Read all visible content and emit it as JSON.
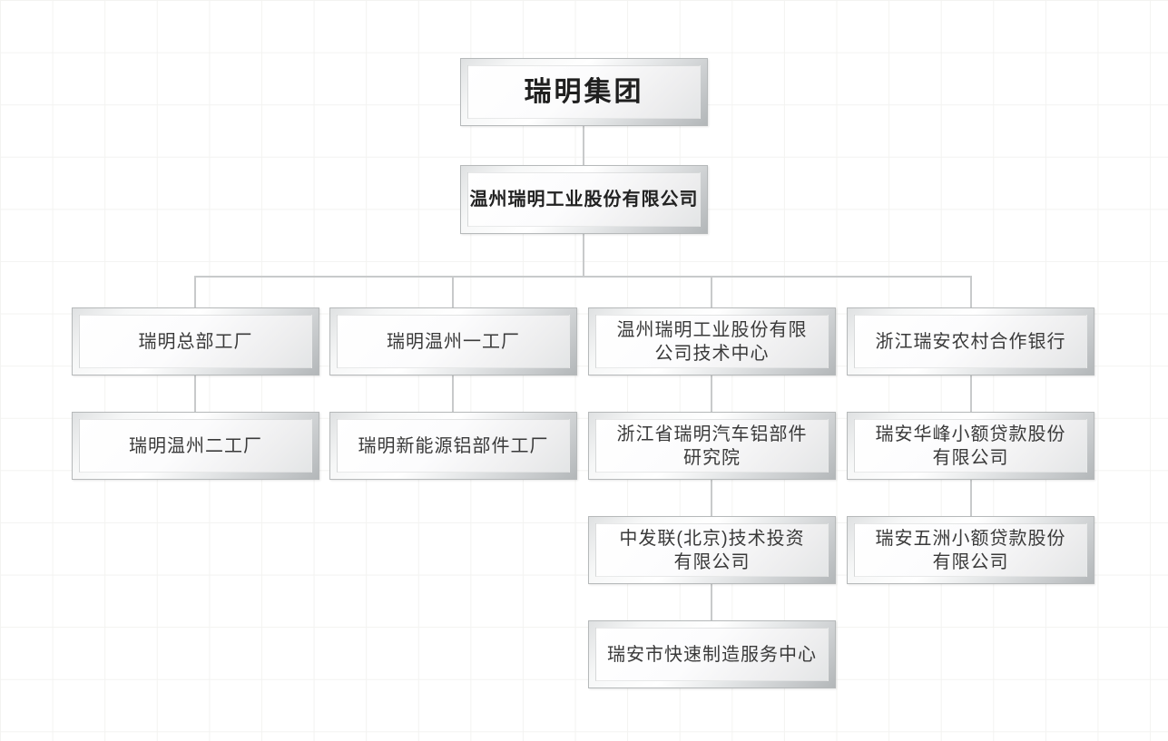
{
  "diagram": {
    "type": "org-chart",
    "company_group": "瑞明集团",
    "colors": {
      "connector": "#c8cacb",
      "node_text": "#3a3a3a",
      "title_text": "#1f1f1f",
      "grid_line": "#f3f3f1",
      "background": "#ffffff"
    },
    "nodes": {
      "root": {
        "label": "瑞明集团"
      },
      "holding": {
        "label": "温州瑞明工业股份有限公司"
      },
      "c1r1": {
        "label": "瑞明总部工厂"
      },
      "c2r1": {
        "label": "瑞明温州一工厂"
      },
      "c3r1": {
        "label": "温州瑞明工业股份有限\n公司技术中心"
      },
      "c4r1": {
        "label": "浙江瑞安农村合作银行"
      },
      "c1r2": {
        "label": "瑞明温州二工厂"
      },
      "c2r2": {
        "label": "瑞明新能源铝部件工厂"
      },
      "c3r2": {
        "label": "浙江省瑞明汽车铝部件\n研究院"
      },
      "c4r2": {
        "label": "瑞安华峰小额贷款股份\n有限公司"
      },
      "c3r3": {
        "label": "中发联(北京)技术投资\n有限公司"
      },
      "c4r3": {
        "label": "瑞安五洲小额贷款股份\n有限公司"
      },
      "c3r4": {
        "label": "瑞安市快速制造服务中心"
      }
    }
  }
}
